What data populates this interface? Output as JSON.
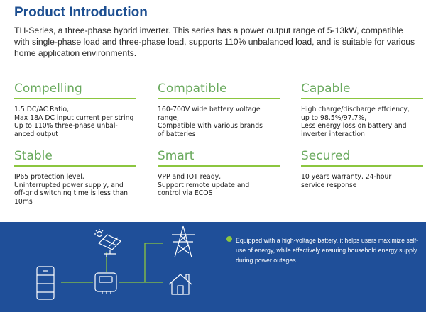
{
  "header": {
    "title": "Product Introduction",
    "intro": "TH-Series, a three-phase hybrid inverter. This series has a power output range of 5-13kW, compatible with single-phase load and three-phase load, supports 110% unbalanced load, and is suitable for various home application environments."
  },
  "features": [
    {
      "title": "Compelling",
      "lines": [
        "1.5 DC/AC Ratio,",
        "Max 18A DC input current per string",
        "Up to 110% three-phase unbal-",
        "anced output"
      ]
    },
    {
      "title": "Compatible",
      "lines": [
        "160-700V wide battery voltage",
        "range,",
        "Compatible with various brands",
        "of batteries"
      ]
    },
    {
      "title": "Capable",
      "lines": [
        "High charge/discharge effciency,",
        "up to 98.5%/97.7%,",
        "Less energy loss on battery and",
        "inverter interaction"
      ]
    },
    {
      "title": "Stable",
      "lines": [
        "IP65 protection level,",
        "Uninterrupted power supply, and",
        "off-grid switching time is less than",
        "10ms"
      ]
    },
    {
      "title": "Smart",
      "lines": [
        "VPP and IOT ready,",
        "Support remote update and",
        "control via ECOS"
      ]
    },
    {
      "title": "Secured",
      "lines": [
        "10 years warranty, 24-hour",
        "service response"
      ]
    }
  ],
  "band": {
    "description": "Equipped with a high-voltage battery, it helps users maximize self-use of energy, while effectively ensuring household energy supply during power outages.",
    "colors": {
      "background": "#1f4f99",
      "bullet": "#8cc63f",
      "lines": "#8cc63f"
    },
    "icons": [
      "solar-panel-icon",
      "transmission-tower-icon",
      "battery-cabinet-icon",
      "inverter-icon",
      "house-icon"
    ]
  }
}
